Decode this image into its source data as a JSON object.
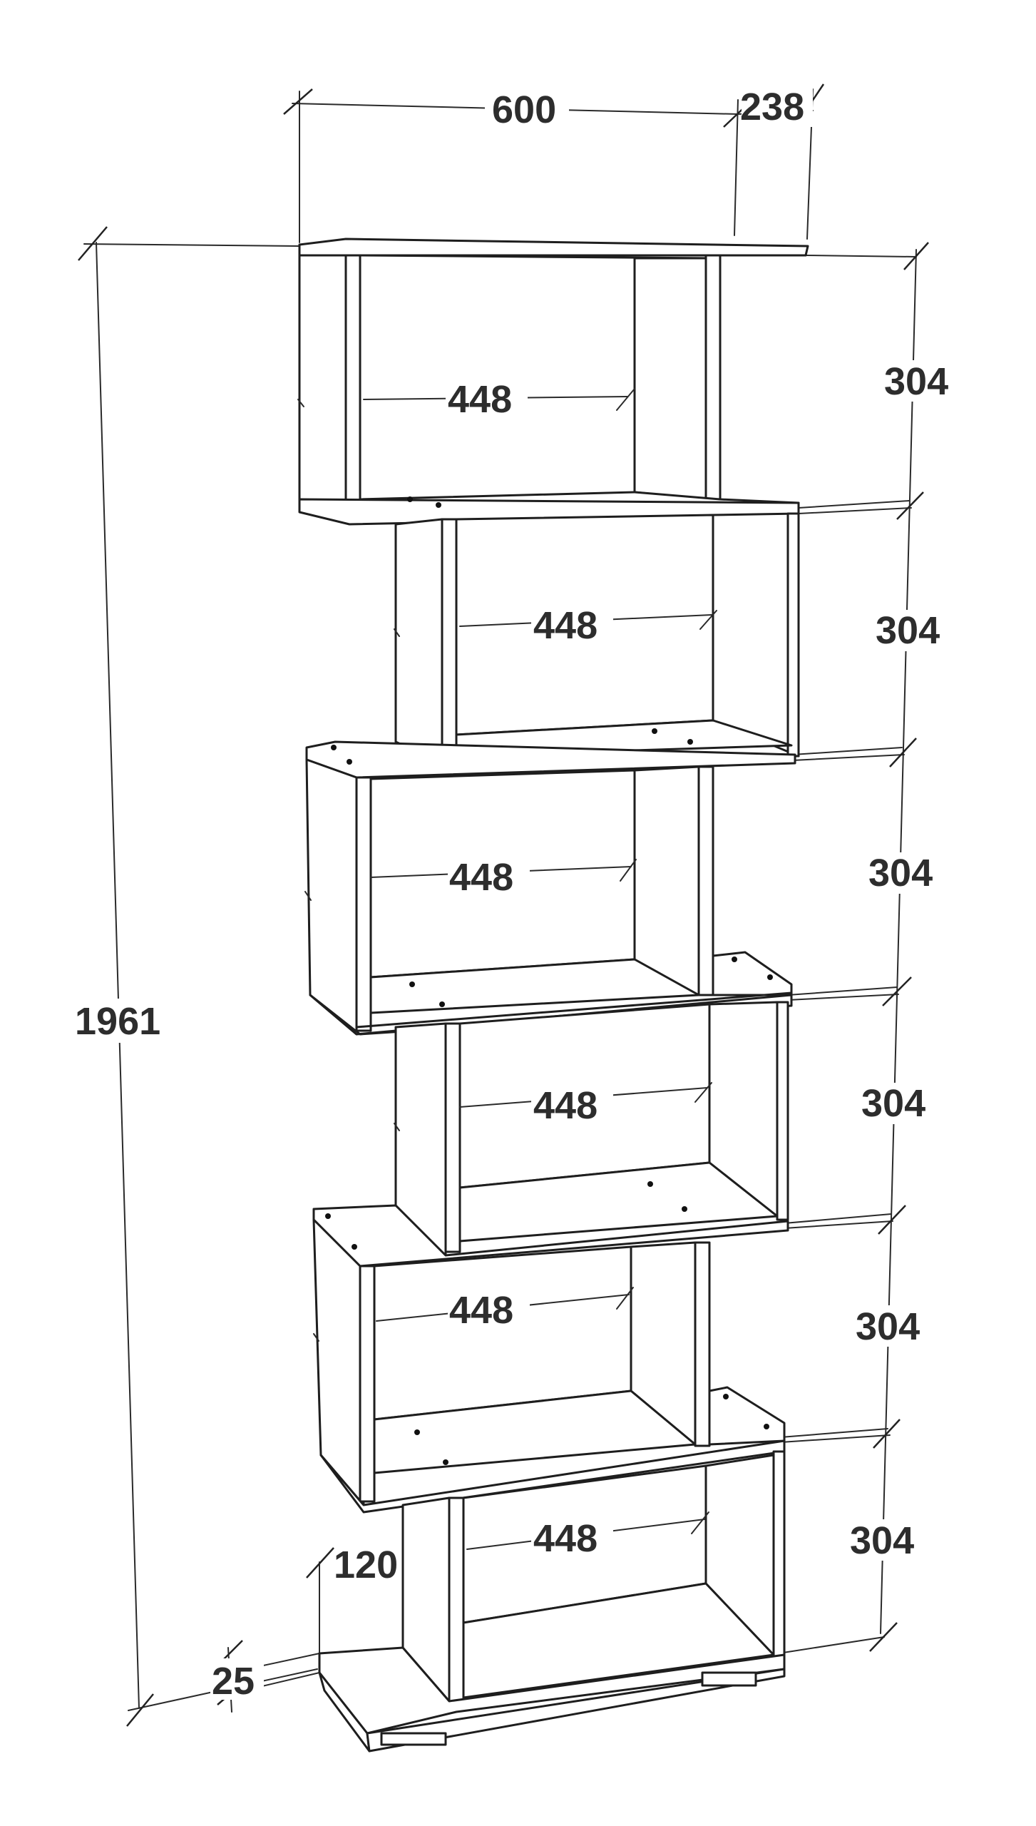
{
  "diagram": {
    "dimensions": {
      "width": "600",
      "depth": "238",
      "height": "1961",
      "plinth_height": "120",
      "plinth_offset": "25",
      "shelves": [
        {
          "inner_width": "448",
          "compartment_height": "304"
        },
        {
          "inner_width": "448",
          "compartment_height": "304"
        },
        {
          "inner_width": "448",
          "compartment_height": "304"
        },
        {
          "inner_width": "448",
          "compartment_height": "304"
        },
        {
          "inner_width": "448",
          "compartment_height": "304"
        },
        {
          "inner_width": "448",
          "compartment_height": "304"
        }
      ]
    }
  }
}
